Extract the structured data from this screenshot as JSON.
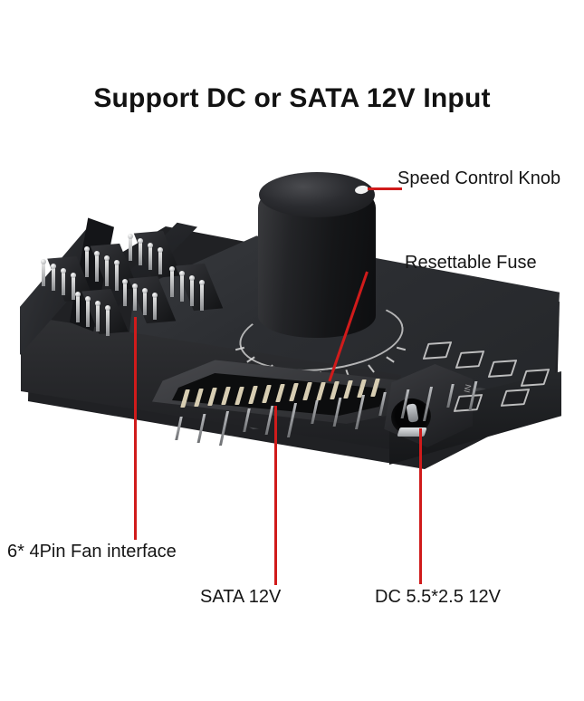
{
  "heading": "Support DC or SATA 12V Input",
  "callouts": [
    {
      "id": "speed-control-knob",
      "label": "Speed Control Knob"
    },
    {
      "id": "resettable-fuse",
      "label": "Resettable Fuse"
    },
    {
      "id": "fan-interface",
      "label": "6* 4Pin Fan interface"
    },
    {
      "id": "sata-power",
      "label": "SATA 12V"
    },
    {
      "id": "dc-power",
      "label": "DC 5.5*2.5 12V"
    }
  ],
  "colors": {
    "pointer": "#d01b1b",
    "text": "#151515",
    "background": "#ffffff",
    "case": "#202124"
  }
}
